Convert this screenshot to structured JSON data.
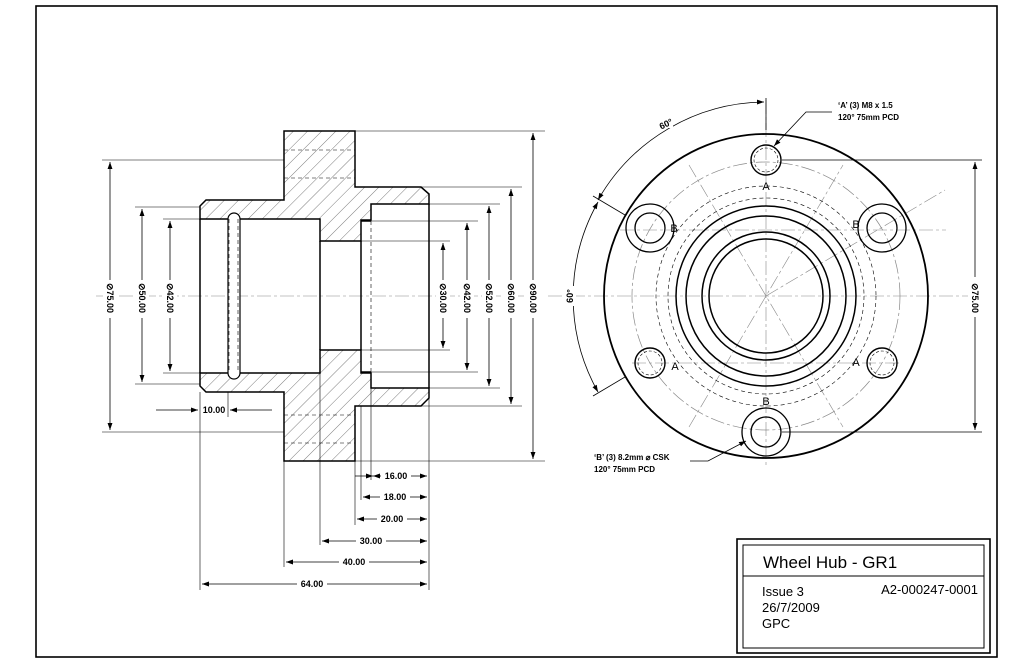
{
  "title_block": {
    "title": "Wheel Hub - GR1",
    "issue": "Issue 3",
    "drawing_number": "A2-000247-0001",
    "date": "26/7/2009",
    "author": "GPC"
  },
  "section_view": {
    "diameters": {
      "d75": "⊘75.00",
      "d50": "⊘50.00",
      "d42_left": "⊘42.00",
      "d30": "⊘30.00",
      "d42_right": "⊘42.00",
      "d52": "⊘52.00",
      "d60": "⊘60.00",
      "d90": "⊘90.00"
    },
    "lengths": {
      "l10": "10.00",
      "l16": "16.00",
      "l18": "18.00",
      "l20": "20.00",
      "l30": "30.00",
      "l40": "40.00",
      "l64": "64.00"
    }
  },
  "end_view": {
    "angle_top": "60°",
    "angle_left": "60°",
    "pcd_dim": "⊘75.00",
    "note_a_line1": "‘A’ (3) M8 x 1.5",
    "note_a_line2": "120° 75mm PCD",
    "note_b_line1": "‘B’ (3) 8.2mm ⌀ CSK",
    "note_b_line2": "120° 75mm PCD",
    "hole_labels": {
      "a_top": "A",
      "b_upper_left": "B",
      "b_upper_right": "B",
      "a_lower_left": "A",
      "a_lower_right": "A",
      "b_bottom": "B"
    }
  }
}
